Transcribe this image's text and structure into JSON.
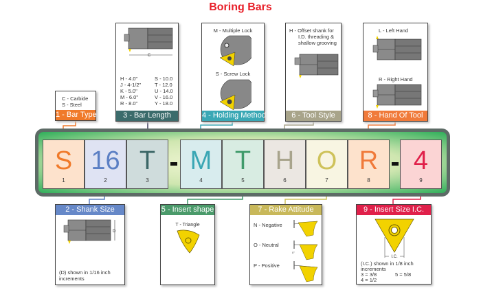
{
  "title": "Boring Bars",
  "cells": [
    {
      "letter": "S",
      "num": "1",
      "color": "#f07a2a",
      "bg": "#fde2cc"
    },
    {
      "letter": "16",
      "num": "2",
      "color": "#5b7fc4",
      "bg": "#dfe3f3"
    },
    {
      "letter": "T",
      "num": "3",
      "color": "#3b6666",
      "bg": "#cfdcdc"
    },
    {
      "letter": "M",
      "num": "4",
      "color": "#3aa6b4",
      "bg": "#d8ecee"
    },
    {
      "letter": "T",
      "num": "5",
      "color": "#3f9a6a",
      "bg": "#d8ece2"
    },
    {
      "letter": "H",
      "num": "6",
      "color": "#a8a48c",
      "bg": "#ebe7e2"
    },
    {
      "letter": "O",
      "num": "7",
      "color": "#cec25a",
      "bg": "#f8f5e2"
    },
    {
      "letter": "R",
      "num": "8",
      "color": "#f07a3a",
      "bg": "#fde2cc"
    },
    {
      "letter": "4",
      "num": "9",
      "color": "#e0204a",
      "bg": "#fbd4d4"
    }
  ],
  "separator": "-",
  "boxes": {
    "bar_type": {
      "header": "1 - Bar Type",
      "lines": [
        "C - Carbide",
        "S - Steel"
      ]
    },
    "bar_length": {
      "header": "3 - Bar Length",
      "dim": "C",
      "left": [
        "H - 4.0\"",
        "J - 4-1/2\"",
        "K - 5.0\"",
        "M - 6.0\"",
        "R - 8.0\""
      ],
      "right": [
        "S - 10.0",
        "T - 12.0",
        "U - 14.0",
        "V - 16.0",
        "Y - 18.0"
      ]
    },
    "holding_method": {
      "header": "4 - Holding Method",
      "m": "M - Multiple Lock",
      "s": "S -  Screw Lock"
    },
    "tool_style": {
      "header": "6 - Tool Style",
      "lines": [
        "H - Offset shank for",
        "I.D. threading &",
        "shallow grooving"
      ]
    },
    "hand_of_tool": {
      "header": "8 - Hand Of Tool",
      "l": "L - Left Hand",
      "r": "R - Right Hand"
    },
    "shank_size": {
      "header": "2 - Shank Size",
      "dim": "D",
      "lines": [
        "(D) shown in 1/16 inch",
        "increments"
      ]
    },
    "insert_shape": {
      "header": "5 - Insert shape",
      "label": "T - Triangle"
    },
    "rake_attitude": {
      "header": "7 - Rake Attitude",
      "n": "N - Negative",
      "o": "O - Neutral",
      "p": "P - Positive",
      "angle": "0°"
    },
    "insert_size": {
      "header": "9 - Insert Size I.C.",
      "dim": "I.C.",
      "lines": [
        "(I.C.) shown in 1/8 inch",
        "increments"
      ],
      "v3": "3 = 3/8",
      "v5": "5 = 5/8",
      "v4": "4 = 1/2"
    }
  }
}
